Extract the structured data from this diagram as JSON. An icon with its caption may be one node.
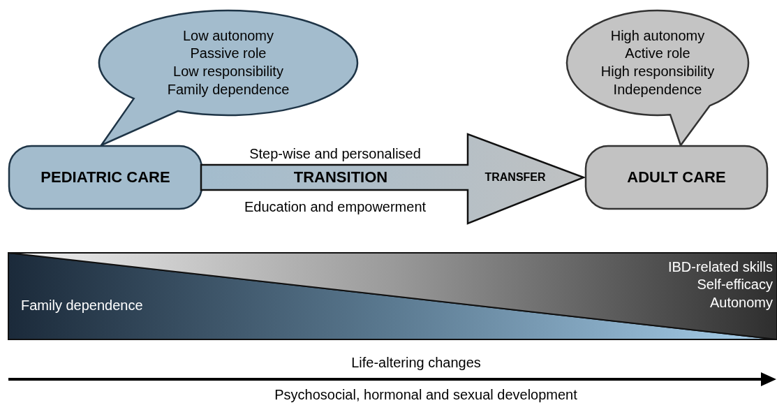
{
  "diagram": {
    "nodes": [
      {
        "text": [
          "Low autonomy",
          "Passive role",
          "Low responsibility",
          "Family dependence"
        ]
      },
      {
        "text": [
          "High autonomy",
          "Active role",
          "High responsibility",
          "Independence"
        ]
      },
      {
        "text": [
          "PEDIATRIC CARE"
        ]
      },
      {
        "text": [
          "TRANSITION",
          "TRANSFER"
        ],
        "beside": [
          "Step-wise and personalised",
          "Education and empowerment"
        ]
      },
      {
        "text": [
          "ADULT CARE"
        ]
      },
      {
        "text": [
          "Family dependence"
        ]
      },
      {
        "text": [
          "IBD-related skills",
          "Self-efficacy",
          "Autonomy"
        ]
      }
    ],
    "labels": [
      "Life-altering changes",
      "Psychosocial, hormonal and sexual development"
    ]
  }
}
